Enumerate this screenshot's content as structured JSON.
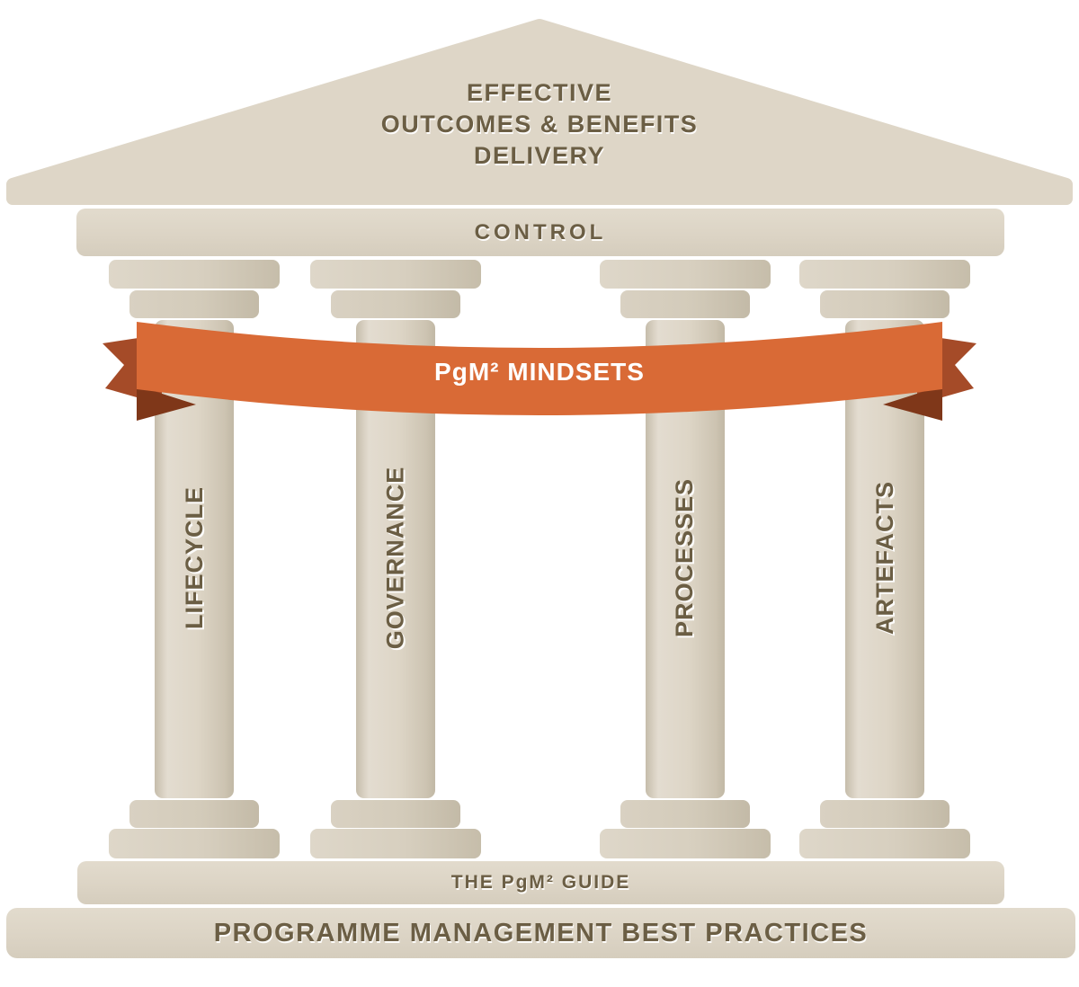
{
  "diagram": {
    "name": "PgM² temple diagram",
    "pediment": {
      "lines": [
        "EFFECTIVE",
        "OUTCOMES & BENEFITS",
        "DELIVERY"
      ]
    },
    "entablature": {
      "label": "CONTROL"
    },
    "ribbon": {
      "label": "PgM² MINDSETS"
    },
    "pillars": [
      {
        "label": "LIFECYCLE"
      },
      {
        "label": "GOVERNANCE"
      },
      {
        "label": "PROCESSES"
      },
      {
        "label": "ARTEFACTS"
      }
    ],
    "stylobate": {
      "label": "THE PgM² GUIDE"
    },
    "foundation": {
      "label": "PROGRAMME MANAGEMENT BEST PRACTICES"
    },
    "colors": {
      "stone": "#ded6c7",
      "stone_dark": "#c6bdaa",
      "text_brown": "#6b5e44",
      "ribbon_orange": "#d96a36",
      "ribbon_tail": "#a54b28",
      "ribbon_fold": "#7f3719",
      "ribbon_text": "#ffffff"
    }
  }
}
